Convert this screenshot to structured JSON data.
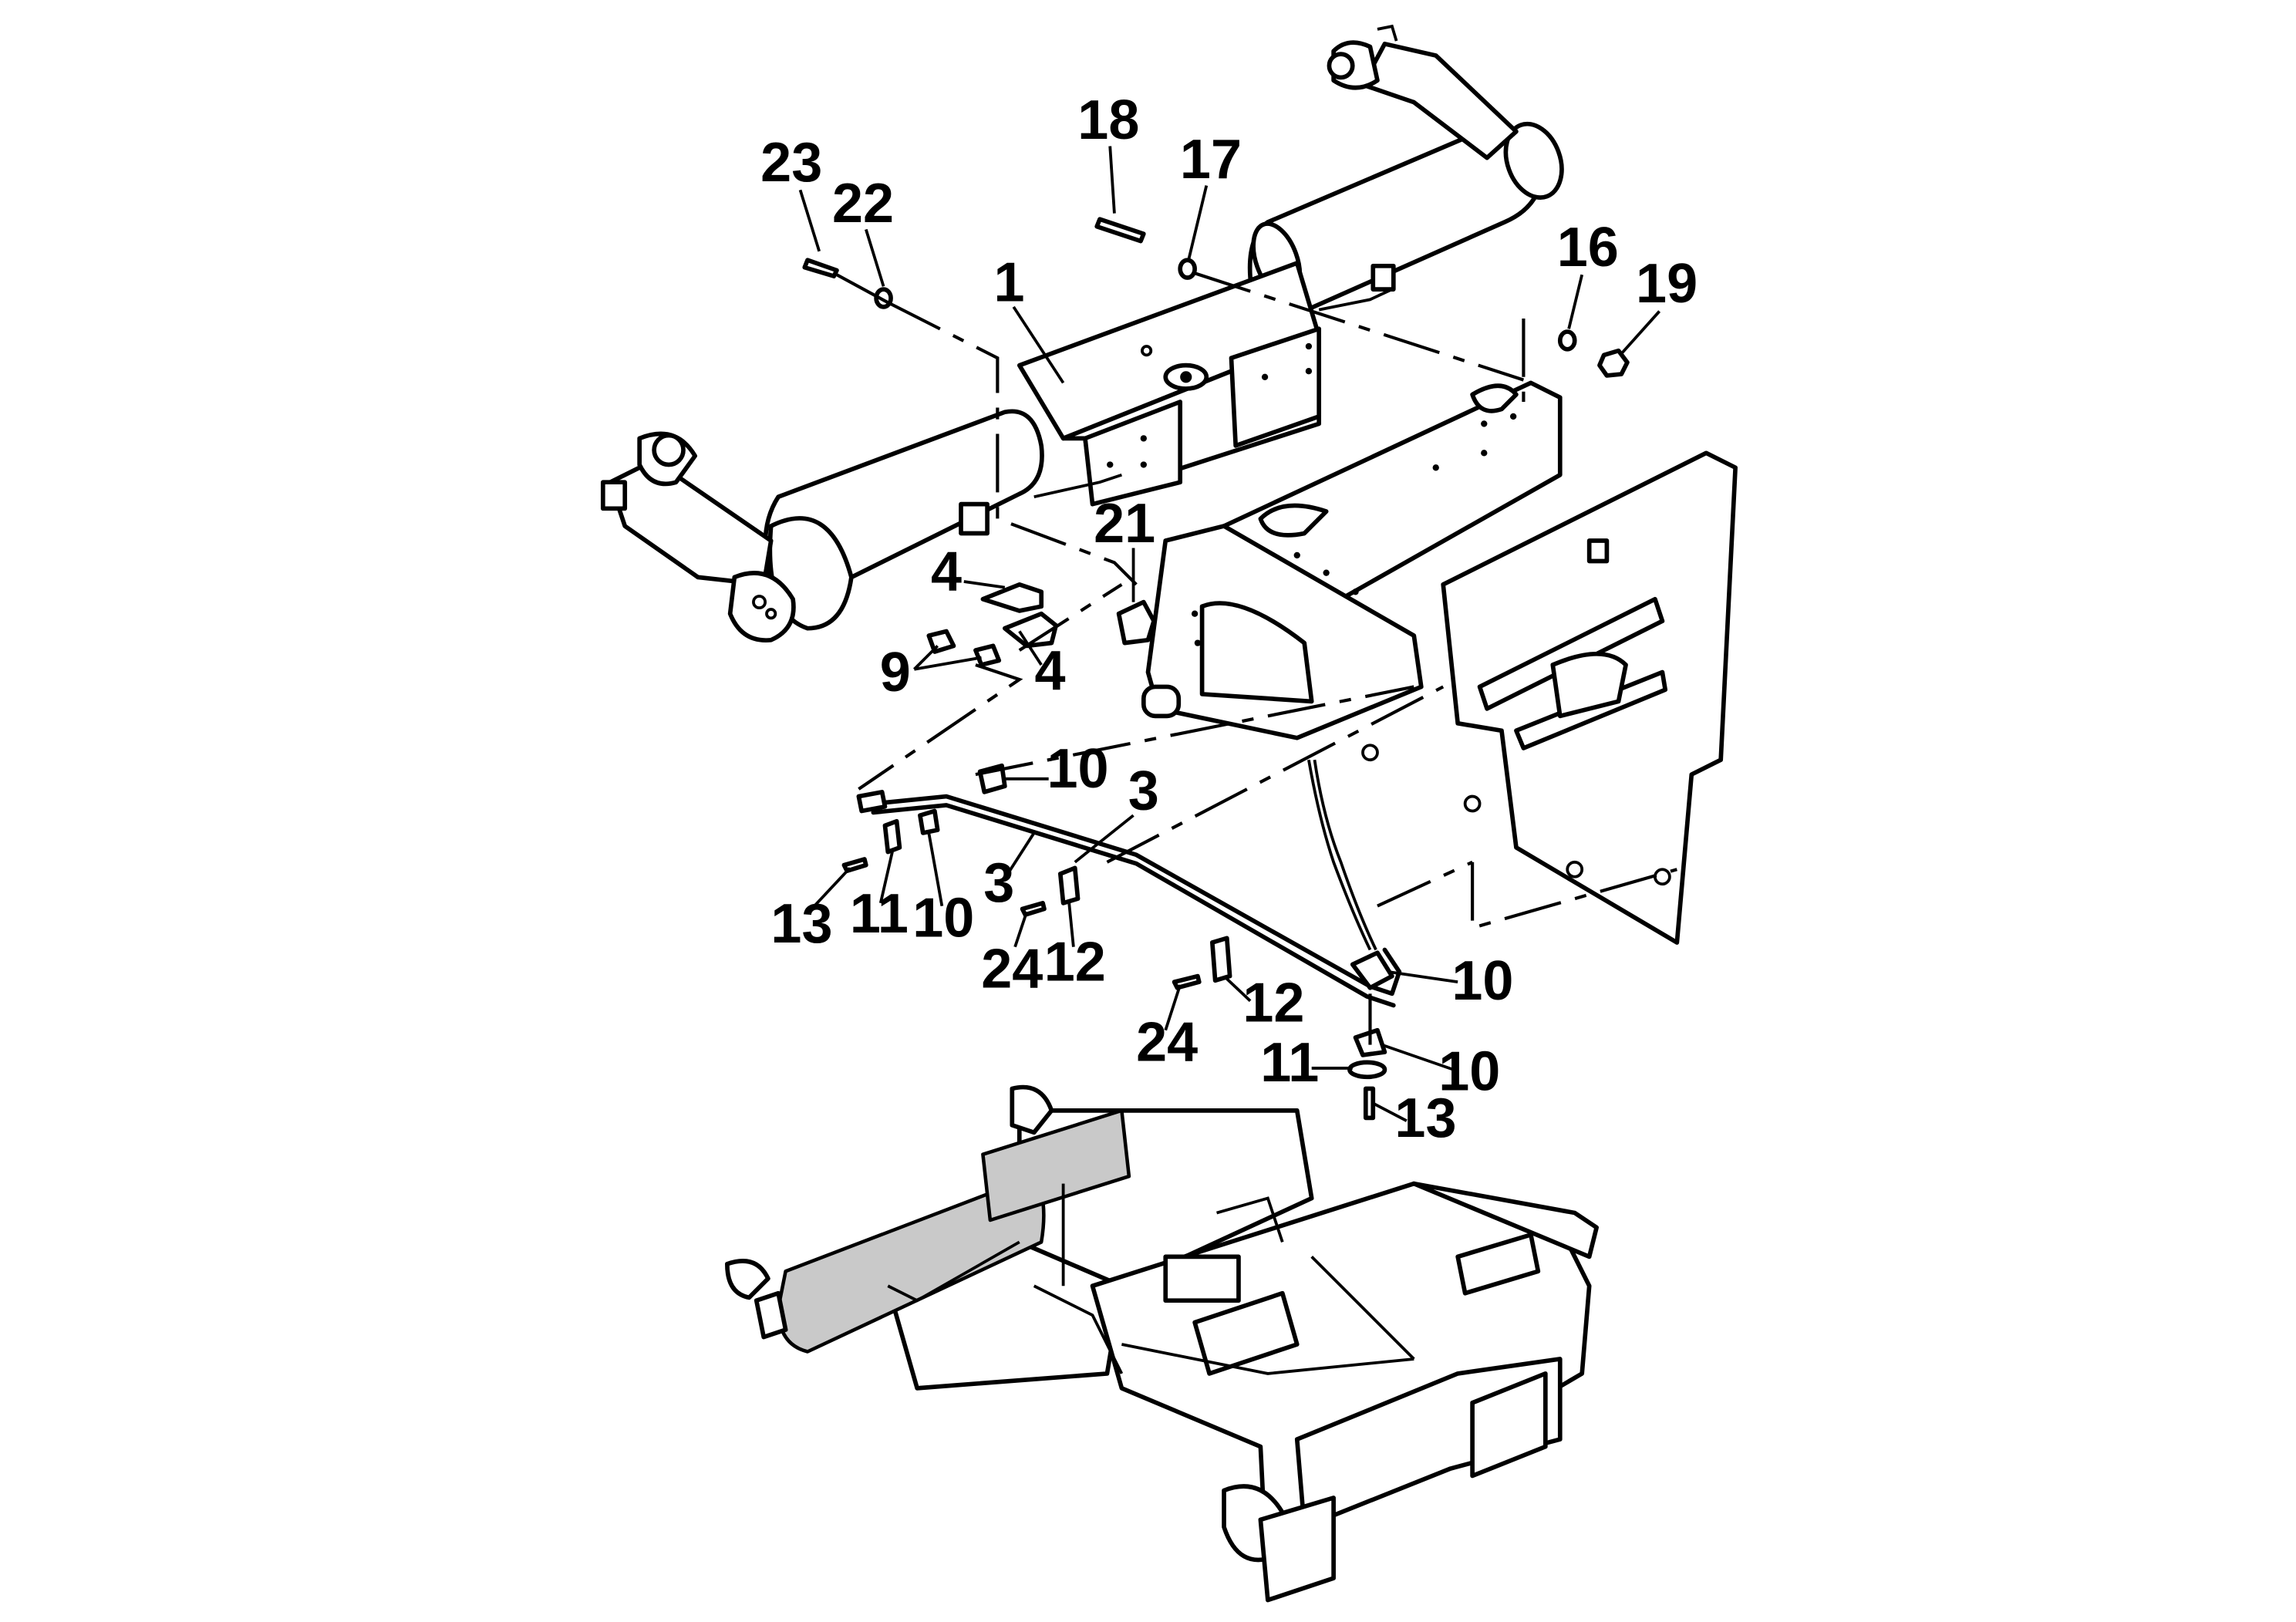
{
  "callouts": [
    {
      "id": "c1",
      "label": "1"
    },
    {
      "id": "c3a",
      "label": "3"
    },
    {
      "id": "c3b",
      "label": "3"
    },
    {
      "id": "c4a",
      "label": "4"
    },
    {
      "id": "c4b",
      "label": "4"
    },
    {
      "id": "c9",
      "label": "9"
    },
    {
      "id": "c10a",
      "label": "10"
    },
    {
      "id": "c10b",
      "label": "10"
    },
    {
      "id": "c10c",
      "label": "10"
    },
    {
      "id": "c10d",
      "label": "10"
    },
    {
      "id": "c11a",
      "label": "11"
    },
    {
      "id": "c11b",
      "label": "11"
    },
    {
      "id": "c12a",
      "label": "12"
    },
    {
      "id": "c12b",
      "label": "12"
    },
    {
      "id": "c13a",
      "label": "13"
    },
    {
      "id": "c13b",
      "label": "13"
    },
    {
      "id": "c16",
      "label": "16"
    },
    {
      "id": "c17",
      "label": "17"
    },
    {
      "id": "c18",
      "label": "18"
    },
    {
      "id": "c19",
      "label": "19"
    },
    {
      "id": "c21",
      "label": "21"
    },
    {
      "id": "c22",
      "label": "22"
    },
    {
      "id": "c23",
      "label": "23"
    },
    {
      "id": "c24a",
      "label": "24"
    },
    {
      "id": "c24b",
      "label": "24"
    }
  ]
}
